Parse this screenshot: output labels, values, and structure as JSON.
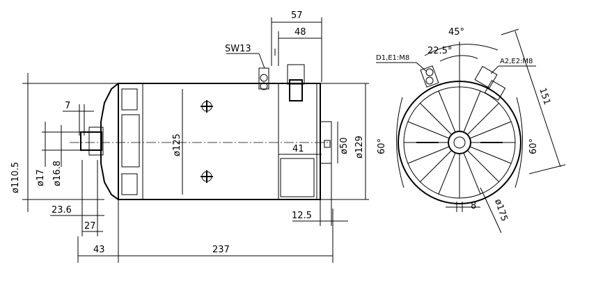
{
  "side_view": {
    "dimensions": {
      "d57": "57",
      "d48": "48",
      "sw13": "SW13",
      "d7": "7",
      "d110_5": "ø110.5",
      "d17": "ø17",
      "d16_8": "ø16.8",
      "d125": "ø125",
      "d41": "41",
      "d50": "ø50",
      "d129": "ø129",
      "d23_6": "23.6",
      "d27": "27",
      "d12_5": "12.5",
      "d43": "43",
      "d237": "237"
    }
  },
  "end_view": {
    "dimensions": {
      "a45": "45°",
      "a22_5": "22.5°",
      "term_left": "D1,E1:M8",
      "term_right": "A2,E2:M8",
      "d151": "151",
      "a60_left": "60°",
      "a60_right": "60°",
      "d8": "8",
      "d175": "ø175"
    }
  }
}
